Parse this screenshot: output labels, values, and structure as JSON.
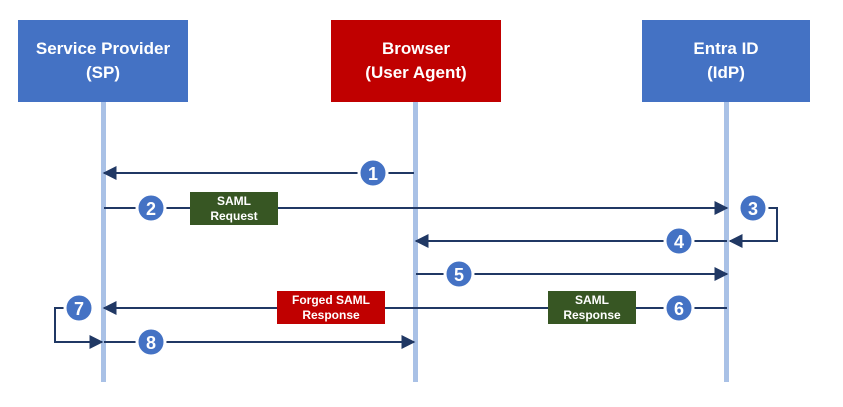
{
  "colors": {
    "provider_box": "#4472c4",
    "browser_box": "#c00000",
    "lifeline": "#a9c1e6",
    "arrow": "#203864",
    "step_badge": "#4472c4",
    "tag_green": "#375623",
    "tag_red": "#c00000"
  },
  "actors": {
    "service_provider": {
      "line1": "Service Provider",
      "line2": "(SP)"
    },
    "browser": {
      "line1": "Browser",
      "line2": "(User Agent)"
    },
    "identity_provider": {
      "line1": "Entra ID",
      "line2": "(IdP)"
    }
  },
  "steps": [
    "1",
    "2",
    "3",
    "4",
    "5",
    "6",
    "7",
    "8"
  ],
  "tags": {
    "saml_request": {
      "line1": "SAML",
      "line2": "Request"
    },
    "forged_response": {
      "line1": "Forged SAML",
      "line2": "Response"
    },
    "saml_response": {
      "line1": "SAML",
      "line2": "Response"
    }
  }
}
